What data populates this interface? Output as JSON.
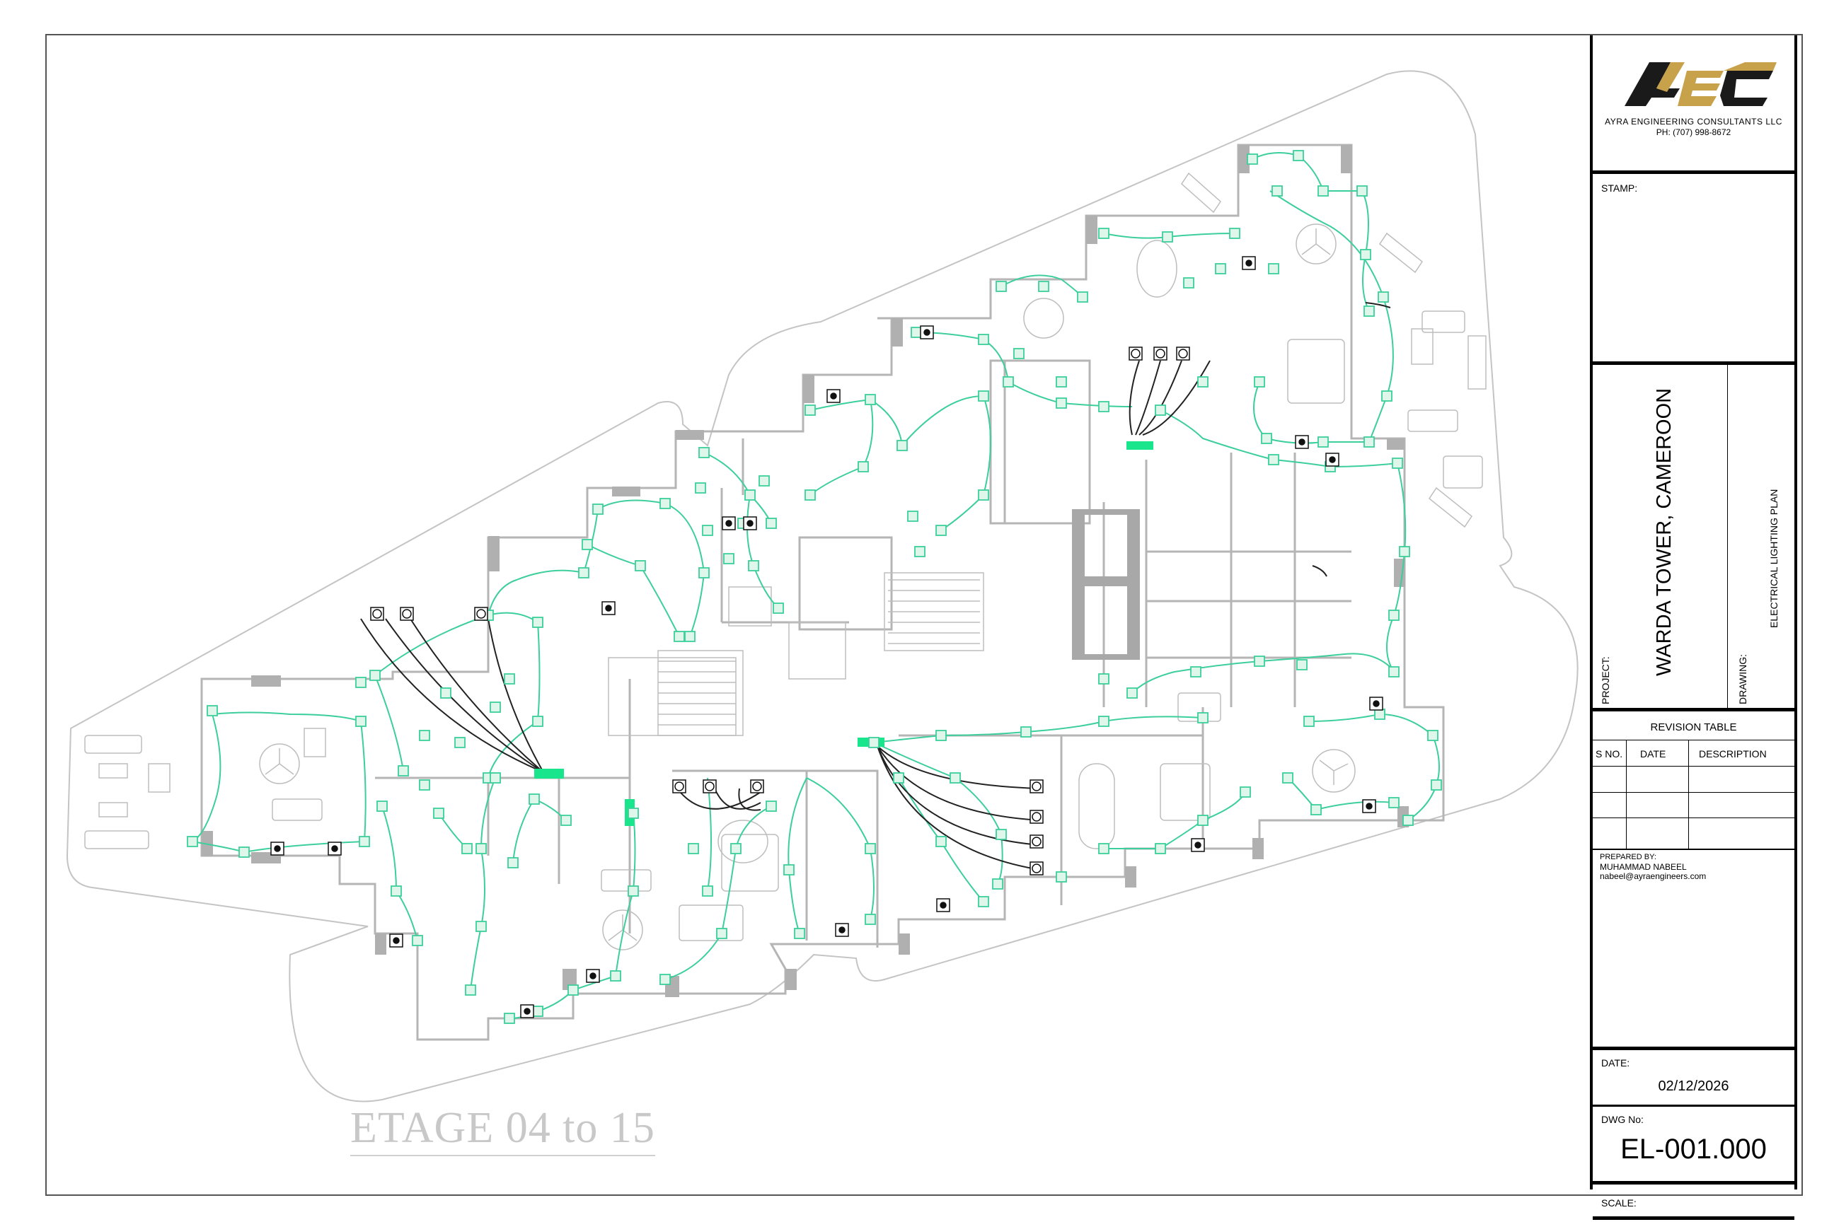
{
  "drawing": {
    "level_label": "ETAGE 04 to 15"
  },
  "company": {
    "logo_text": "AEC",
    "name": "AYRA ENGINEERING CONSULTANTS LLC",
    "phone": "PH: (707) 998-8672"
  },
  "title_block": {
    "stamp_label": "STAMP:",
    "project_label": "PROJECT:",
    "project_name": "WARDA TOWER, CAMEROON",
    "drawing_label": "DRAWING:",
    "drawing_name": "ELECTRICAL LIGHTING PLAN",
    "revision_title": "REVISION TABLE",
    "revision_headers": [
      "S NO.",
      "DATE",
      "DESCRIPTION"
    ],
    "prepared_label": "PREPARED BY:",
    "prepared_name": "MUHAMMAD NABEEL",
    "prepared_email": "nabeel@ayraengineers.com",
    "date_label": "DATE:",
    "date_value": "02/12/2026",
    "dwg_label": "DWG No:",
    "dwg_value": "EL-001.000",
    "scale_label": "SCALE:"
  },
  "colors": {
    "circuit": "#3ccf9b",
    "panel": "#19e68c",
    "homerun": "#222222",
    "walls": "#bdbdbd",
    "wall_fill": "#a8a8a8",
    "logo_gold": "#c8a24a",
    "logo_dark": "#1a1a1a"
  },
  "legend_icons": [
    "light-fixture-icon",
    "switch-icon",
    "socket-icon",
    "panel-icon"
  ]
}
